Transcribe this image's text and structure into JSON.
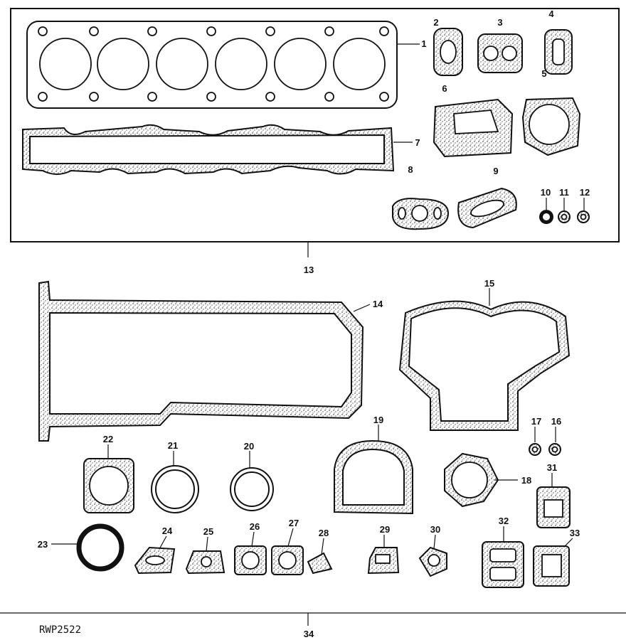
{
  "figure_code": "RWP2522",
  "callouts": {
    "c1": "1",
    "c2": "2",
    "c3": "3",
    "c4": "4",
    "c5": "5",
    "c6": "6",
    "c7": "7",
    "c8": "8",
    "c9": "9",
    "c10": "10",
    "c11": "11",
    "c12": "12",
    "c13": "13",
    "c14": "14",
    "c15": "15",
    "c16": "16",
    "c17": "17",
    "c18": "18",
    "c19": "19",
    "c20": "20",
    "c21": "21",
    "c22": "22",
    "c23": "23",
    "c24": "24",
    "c25": "25",
    "c26": "26",
    "c27": "27",
    "c28": "28",
    "c29": "29",
    "c30": "30",
    "c31": "31",
    "c32": "32",
    "c33": "33",
    "c34": "34"
  }
}
